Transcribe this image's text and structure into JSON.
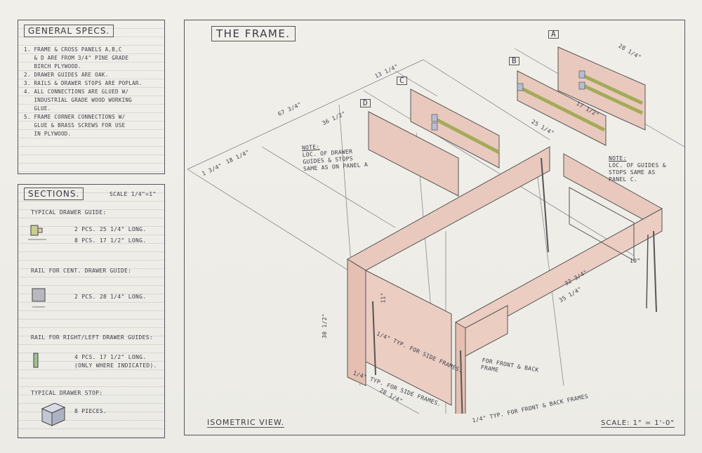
{
  "general_specs": {
    "heading": "GENERAL SPECS.",
    "items": [
      "1. FRAME & CROSS PANELS A,B,C",
      "   & D ARE FROM 3/4\" PINE GRADE",
      "   BIRCH PLYWOOD.",
      "2. DRAWER GUIDES ARE OAK.",
      "3. RAILS & DRAWER STOPS ARE POPLAR.",
      "4. ALL CONNECTIONS ARE GLUED W/",
      "   INDUSTRIAL GRADE WOOD WORKING",
      "   GLUE.",
      "5. FRAME CORNER CONNECTIONS W/",
      "   GLUE & BRASS SCREWS FOR USE",
      "   IN PLYWOOD."
    ]
  },
  "sections": {
    "heading": "SECTIONS.",
    "scale": "SCALE 1/4\"=1\"",
    "drawer_guide_title": "TYPICAL DRAWER GUIDE:",
    "drawer_guide_line1": "2 PCS. 25 1/4\" LONG.",
    "drawer_guide_line2": "8 PCS. 17 1/2\" LONG.",
    "rail_center_title": "RAIL FOR CENT. DRAWER GUIDE:",
    "rail_center_line": "2 PCS. 28 1/4\" LONG.",
    "rail_rl_title": "RAIL FOR RIGHT/LEFT DRAWER GUIDES:",
    "rail_rl_line1": "4 PCS. 17 1/2\" LONG.",
    "rail_rl_line2": "(ONLY WHERE INDICATED).",
    "stop_title": "TYPICAL DRAWER STOP:",
    "stop_line": "8 PIECES."
  },
  "main": {
    "title": "THE FRAME.",
    "view_label": "ISOMETRIC VIEW.",
    "scale": "SCALE: 1\" = 1'-0\"",
    "note1": [
      "NOTE:",
      "LOC. OF DRAWER",
      "GUIDES & STOPS",
      "SAME AS ON PANEL A"
    ],
    "note2": [
      "NOTE:",
      "LOC. OF GUIDES &",
      "STOPS SAME AS",
      "PANEL C."
    ],
    "panel_labels": [
      "A",
      "B",
      "C",
      "D"
    ],
    "dims": {
      "d1": "67 3/4\"",
      "d2": "36 1/2\"",
      "d3": "18 1/4\"",
      "d4": "1 3/4\"",
      "d5": "13 1/4\"",
      "d6": "28 1/4\"",
      "d7": "25 1/4\"",
      "d8": "17 1/2\"",
      "d9": "30 1/2\"",
      "d10": "32 3/4\"",
      "d11": "35 1/4\"",
      "d12": "28 1/4\"",
      "d13": "10\"",
      "d14": "11\""
    },
    "callout_side": "1/4\" TYP. FOR SIDE FRAMES.",
    "callout_side2": "1/4\" TYP. FOR SIDE FRAMES.",
    "callout_front": "1/4\" TYP. FOR FRONT & BACK FRAMES",
    "callout_back": "FOR FRONT & BACK FRAME"
  },
  "colors": {
    "wood": "#e9c9bd",
    "guide": "#c9cf8f",
    "ink": "#3b3c48",
    "paper": "#efede8"
  }
}
